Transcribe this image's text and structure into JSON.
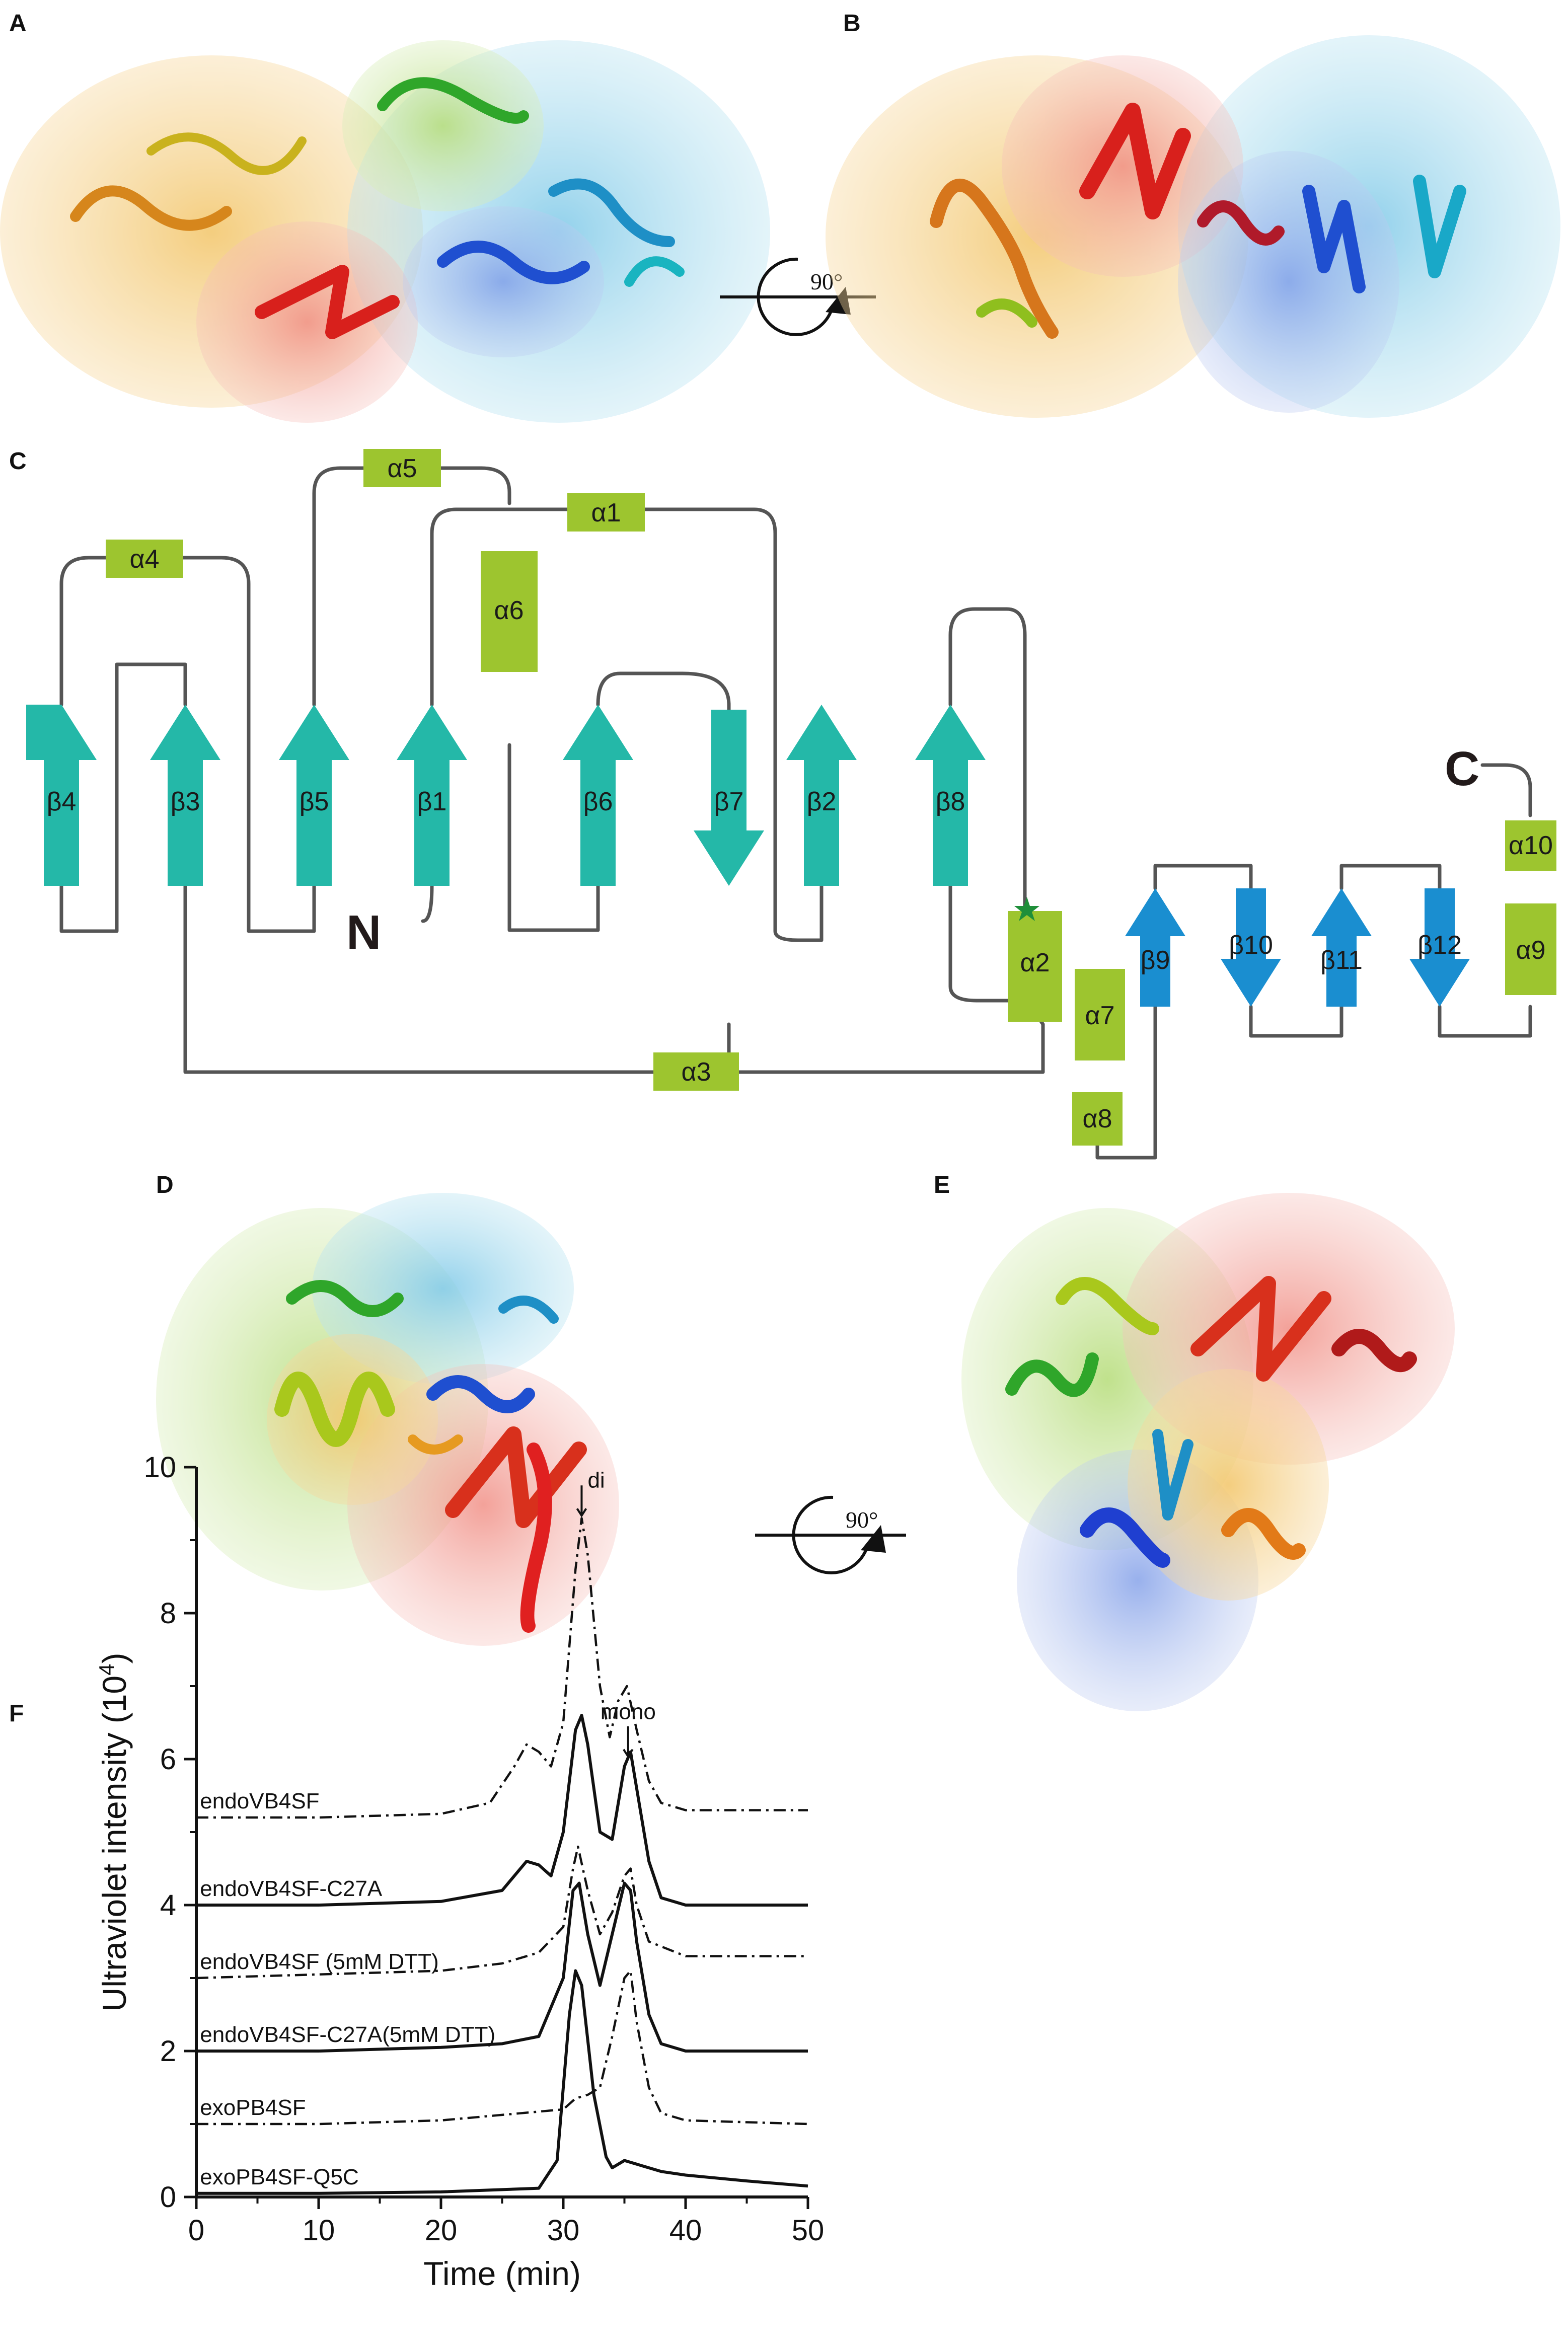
{
  "panels": {
    "a": "A",
    "b": "B",
    "c": "C",
    "d": "D",
    "e": "E",
    "f": "F"
  },
  "rotation": {
    "top": "90°",
    "bottom": "90°"
  },
  "topology": {
    "n_terminus": "N",
    "c_terminus": "C",
    "strands": [
      "β1",
      "β2",
      "β3",
      "β4",
      "β5",
      "β6",
      "β7",
      "β8",
      "β9",
      "β10",
      "β11",
      "β12"
    ],
    "helices": [
      "α1",
      "α2",
      "α3",
      "α4",
      "α5",
      "α6",
      "α7",
      "α8",
      "α9",
      "α10"
    ],
    "colors": {
      "helix": "#9dc52f",
      "strand_core": "#24b8a8",
      "strand_c": "#1a8ed0",
      "loop": "#555555"
    }
  },
  "chart_data": {
    "type": "line",
    "xlabel": "Time (min)",
    "ylabel": "Ultraviolet intensity (10",
    "ylabel_exp": "4",
    "ylabel_close": ")",
    "xlim": [
      0,
      50
    ],
    "ylim": [
      0,
      10
    ],
    "xticks": [
      "0",
      "10",
      "20",
      "30",
      "40",
      "50"
    ],
    "yticks": [
      "0",
      "2",
      "4",
      "6",
      "8",
      "10"
    ],
    "annotations": {
      "di": "di",
      "mono": "mono"
    },
    "series": [
      {
        "name": "endoVB4SF",
        "style": "dashdot",
        "points": [
          [
            0,
            5.2
          ],
          [
            10,
            5.2
          ],
          [
            20,
            5.25
          ],
          [
            24,
            5.4
          ],
          [
            26,
            5.9
          ],
          [
            27,
            6.2
          ],
          [
            28,
            6.1
          ],
          [
            29,
            5.9
          ],
          [
            30,
            6.5
          ],
          [
            31,
            8.6
          ],
          [
            31.5,
            9.3
          ],
          [
            32,
            8.8
          ],
          [
            33,
            7.0
          ],
          [
            33.8,
            6.3
          ],
          [
            34.5,
            6.8
          ],
          [
            35.2,
            7.0
          ],
          [
            36,
            6.4
          ],
          [
            37,
            5.7
          ],
          [
            38,
            5.4
          ],
          [
            40,
            5.3
          ],
          [
            50,
            5.3
          ]
        ]
      },
      {
        "name": "endoVB4SF-C27A",
        "style": "solid",
        "points": [
          [
            0,
            4.0
          ],
          [
            10,
            4.0
          ],
          [
            20,
            4.05
          ],
          [
            25,
            4.2
          ],
          [
            27,
            4.6
          ],
          [
            28,
            4.55
          ],
          [
            29,
            4.4
          ],
          [
            30,
            5.0
          ],
          [
            31,
            6.4
          ],
          [
            31.5,
            6.6
          ],
          [
            32,
            6.2
          ],
          [
            33,
            5.0
          ],
          [
            34,
            4.9
          ],
          [
            35,
            5.9
          ],
          [
            35.5,
            6.1
          ],
          [
            36,
            5.6
          ],
          [
            37,
            4.6
          ],
          [
            38,
            4.1
          ],
          [
            40,
            4.0
          ],
          [
            50,
            4.0
          ]
        ]
      },
      {
        "name": "endoVB4SF (5mM DTT)",
        "style": "dashdot",
        "points": [
          [
            0,
            3.0
          ],
          [
            10,
            3.05
          ],
          [
            20,
            3.1
          ],
          [
            25,
            3.2
          ],
          [
            28,
            3.35
          ],
          [
            30,
            3.7
          ],
          [
            30.8,
            4.5
          ],
          [
            31.2,
            4.8
          ],
          [
            32,
            4.2
          ],
          [
            33,
            3.6
          ],
          [
            34,
            3.9
          ],
          [
            35,
            4.4
          ],
          [
            35.5,
            4.5
          ],
          [
            36,
            4.0
          ],
          [
            37,
            3.5
          ],
          [
            40,
            3.3
          ],
          [
            50,
            3.3
          ]
        ]
      },
      {
        "name": "endoVB4SF-C27A(5mM DTT)",
        "style": "solid",
        "points": [
          [
            0,
            2.0
          ],
          [
            10,
            2.0
          ],
          [
            20,
            2.05
          ],
          [
            25,
            2.1
          ],
          [
            28,
            2.2
          ],
          [
            30,
            3.0
          ],
          [
            30.8,
            4.2
          ],
          [
            31.3,
            4.3
          ],
          [
            32,
            3.6
          ],
          [
            33,
            2.9
          ],
          [
            34,
            3.6
          ],
          [
            35,
            4.3
          ],
          [
            35.5,
            4.2
          ],
          [
            36,
            3.5
          ],
          [
            37,
            2.5
          ],
          [
            38,
            2.1
          ],
          [
            40,
            2.0
          ],
          [
            50,
            2.0
          ]
        ]
      },
      {
        "name": "exoPB4SF",
        "style": "dashdot",
        "points": [
          [
            0,
            1.0
          ],
          [
            10,
            1.0
          ],
          [
            20,
            1.05
          ],
          [
            30,
            1.2
          ],
          [
            31,
            1.35
          ],
          [
            32,
            1.4
          ],
          [
            33,
            1.5
          ],
          [
            34,
            2.2
          ],
          [
            35,
            3.0
          ],
          [
            35.5,
            3.1
          ],
          [
            36,
            2.4
          ],
          [
            37,
            1.5
          ],
          [
            38,
            1.15
          ],
          [
            40,
            1.05
          ],
          [
            50,
            1.0
          ]
        ]
      },
      {
        "name": "exoPB4SF-Q5C",
        "style": "solid",
        "points": [
          [
            0,
            0.05
          ],
          [
            10,
            0.05
          ],
          [
            20,
            0.07
          ],
          [
            28,
            0.12
          ],
          [
            29.5,
            0.5
          ],
          [
            30.5,
            2.5
          ],
          [
            31,
            3.1
          ],
          [
            31.5,
            2.9
          ],
          [
            32.5,
            1.4
          ],
          [
            33.5,
            0.55
          ],
          [
            34,
            0.4
          ],
          [
            35,
            0.5
          ],
          [
            36,
            0.45
          ],
          [
            38,
            0.35
          ],
          [
            40,
            0.3
          ],
          [
            45,
            0.22
          ],
          [
            50,
            0.15
          ]
        ]
      }
    ]
  }
}
